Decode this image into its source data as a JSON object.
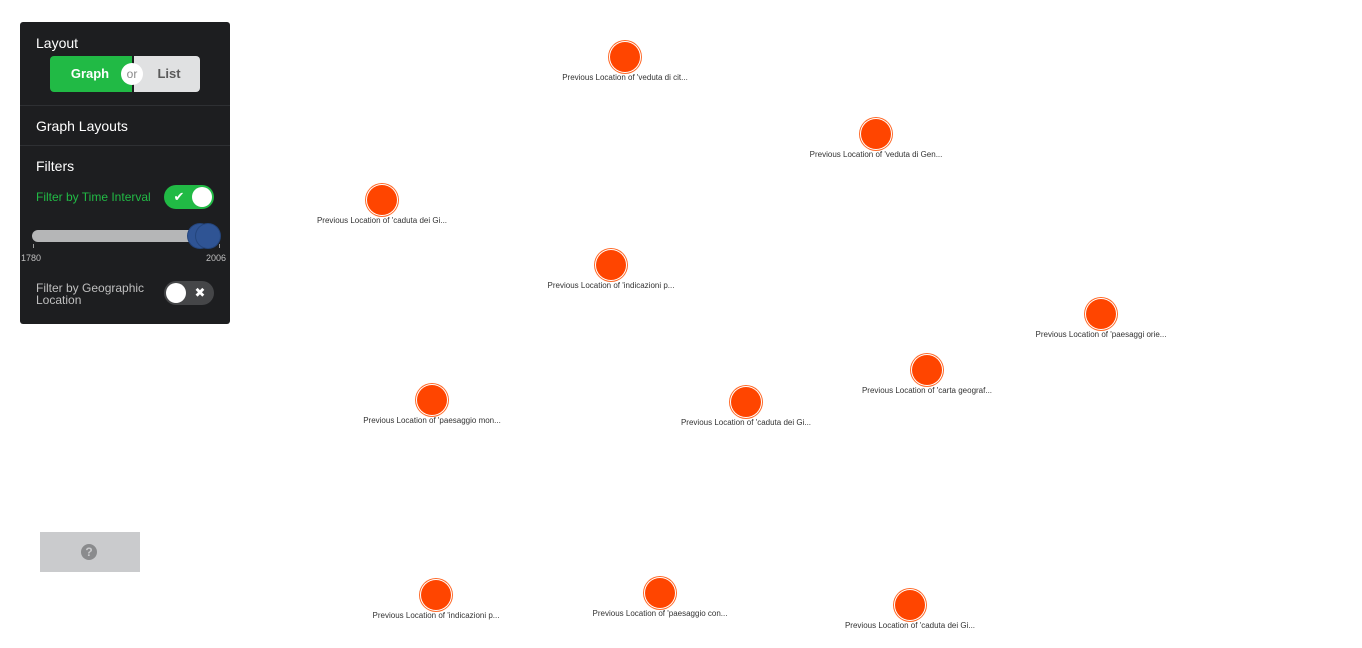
{
  "panel": {
    "layout_title": "Layout",
    "view_toggle": {
      "graph_label": "Graph",
      "or_label": "or",
      "list_label": "List",
      "selected": "Graph"
    },
    "graph_layouts_title": "Graph Layouts",
    "filters_title": "Filters",
    "time_filter": {
      "label": "Filter by Time Interval",
      "enabled": true,
      "range_min": 1780,
      "range_max": 2006,
      "min_label": "1780",
      "max_label": "2006"
    },
    "geo_filter": {
      "label": "Filter by Geographic Location",
      "enabled": false
    }
  },
  "colors": {
    "panel_bg": "#1d1e20",
    "toggle_on": "#21ba45",
    "node_fill": "#ff4500",
    "slider_handle": "#2f5494"
  },
  "icons": {
    "toggle_on": "check-icon",
    "toggle_off": "x-icon",
    "help": "question-circle-icon"
  },
  "help_button": {
    "icon_glyph": "?"
  },
  "nodes": [
    {
      "label": "Previous Location of 'veduta di cit..."
    },
    {
      "label": "Previous Location of 'veduta di Gen..."
    },
    {
      "label": "Previous Location of 'caduta dei Gi..."
    },
    {
      "label": "Previous Location of 'indicazioni p..."
    },
    {
      "label": "Previous Location of 'paesaggi orie..."
    },
    {
      "label": "Previous Location of 'carta geograf..."
    },
    {
      "label": "Previous Location of 'paesaggio mon..."
    },
    {
      "label": "Previous Location of 'caduta dei Gi..."
    },
    {
      "label": "Previous Location of 'indicazioni p..."
    },
    {
      "label": "Previous Location of 'paesaggio con..."
    },
    {
      "label": "Previous Location of 'caduta dei Gi..."
    }
  ]
}
